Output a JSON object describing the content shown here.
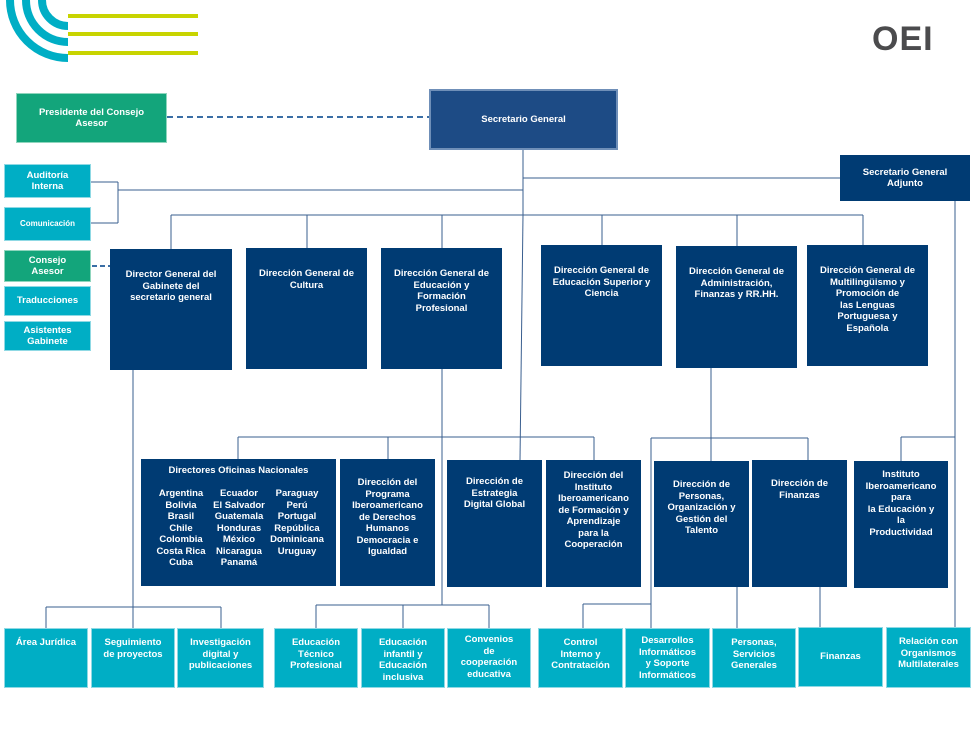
{
  "brand": {
    "logo_text": "OEI",
    "colors": {
      "navy": "#003b73",
      "secretario": "#1d4b85",
      "teal": "#00aec5",
      "green": "#13a57b",
      "lime": "#c8d400",
      "line": "#3a5f8f"
    }
  },
  "boxes": {
    "presidente": "Presidente del Consejo\nAsesor",
    "secretario_general": "Secretario General",
    "secretario_adjunto": "Secretario General\nAdjunto",
    "auditoria": "Auditoría\nInterna",
    "comunicacion": "Comunicación",
    "consejo": "Consejo\nAsesor",
    "traducciones": "Traducciones",
    "asistentes": "Asistentes\nGabinete",
    "director_gabinete": "Director General del\nGabinete del\nsecretario general",
    "dg_cultura": "Dirección General de\nCultura",
    "dg_educacion": "Dirección General de\nEducación y\nFormación\nProfesional",
    "dg_superior": "Dirección General de\nEducación Superior y\nCiencia",
    "dg_administracion": "Dirección General de\nAdministración,\nFinanzas y RR.HH.",
    "dg_multilinguismo": "Dirección General de\nMultilingüismo y\nPromoción de\nlas Lenguas\nPortuguesa y\nEspañola",
    "programa_ddhh": "Dirección del\nPrograma\nIberoamericano\nde Derechos\nHumanos\nDemocracia e\nIgualdad",
    "estrategia_digital": "Dirección de\nEstrategia\nDigital Global",
    "instituto_formacion": "Dirección del\nInstituto\nIberoamericano\nde Formación y\nAprendizaje\npara la\nCooperación",
    "personas": "Dirección de\nPersonas,\nOrganización y\nGestión del\nTalento",
    "finanzas_dir": "Dirección de\nFinanzas",
    "instituto_productividad": "Instituto\nIberoamericano\npara\nla Educación y\nla\nProductividad",
    "area_juridica": "Área Jurídica",
    "seguimiento": "Seguimiento\nde proyectos",
    "investigacion": "Investigación\ndigital y\npublicaciones",
    "ed_tecnico": "Educación\nTécnico\nProfesional",
    "ed_infantil": "Educación\ninfantil y\nEducación\ninclusiva",
    "convenios": "Convenios\nde\ncooperación\neducativa",
    "control": "Control\nInterno y\nContratación",
    "desarrollos": "Desarrollos\nInformáticos\ny Soporte\nInformáticos",
    "personas_servicios": "Personas,\nServicios\nGenerales",
    "finanzas": "Finanzas",
    "relacion": "Relación con\nOrganismos\nMultilaterales"
  },
  "oficinas": {
    "title": "Directores Oficinas Nacionales",
    "col1": [
      "Argentina",
      "Bolivia",
      "Brasil",
      "Chile",
      "Colombia",
      "Costa Rica",
      "Cuba"
    ],
    "col2": [
      "Ecuador",
      "El Salvador",
      "Guatemala",
      "Honduras",
      "México",
      "Nicaragua",
      "Panamá"
    ],
    "col3": [
      "Paraguay",
      "Perú",
      "Portugal",
      "República",
      "Dominicana",
      "Uruguay"
    ]
  }
}
